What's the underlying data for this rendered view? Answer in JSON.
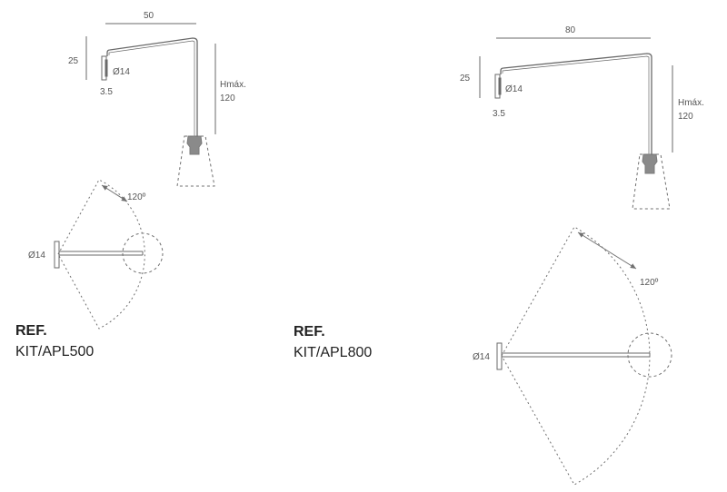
{
  "colors": {
    "line": "#6a6a6a",
    "dashed": "#707070",
    "socket": "#8a8a8a"
  },
  "kit500": {
    "side_view": {
      "width_label": "50",
      "height_label": "25",
      "diameter_label": "Ø14",
      "depth_label": "3.5",
      "hmax_label": "Hmáx.",
      "hmax_value": "120"
    },
    "top_view": {
      "angle_label": "120º",
      "diameter_label": "Ø14"
    },
    "ref_label": "REF.",
    "ref_code": "KIT/APL500"
  },
  "kit800": {
    "side_view": {
      "width_label": "80",
      "height_label": "25",
      "diameter_label": "Ø14",
      "depth_label": "3.5",
      "hmax_label": "Hmáx.",
      "hmax_value": "120"
    },
    "top_view": {
      "angle_label": "120º",
      "diameter_label": "Ø14"
    },
    "ref_label": "REF.",
    "ref_code": "KIT/APL800"
  }
}
